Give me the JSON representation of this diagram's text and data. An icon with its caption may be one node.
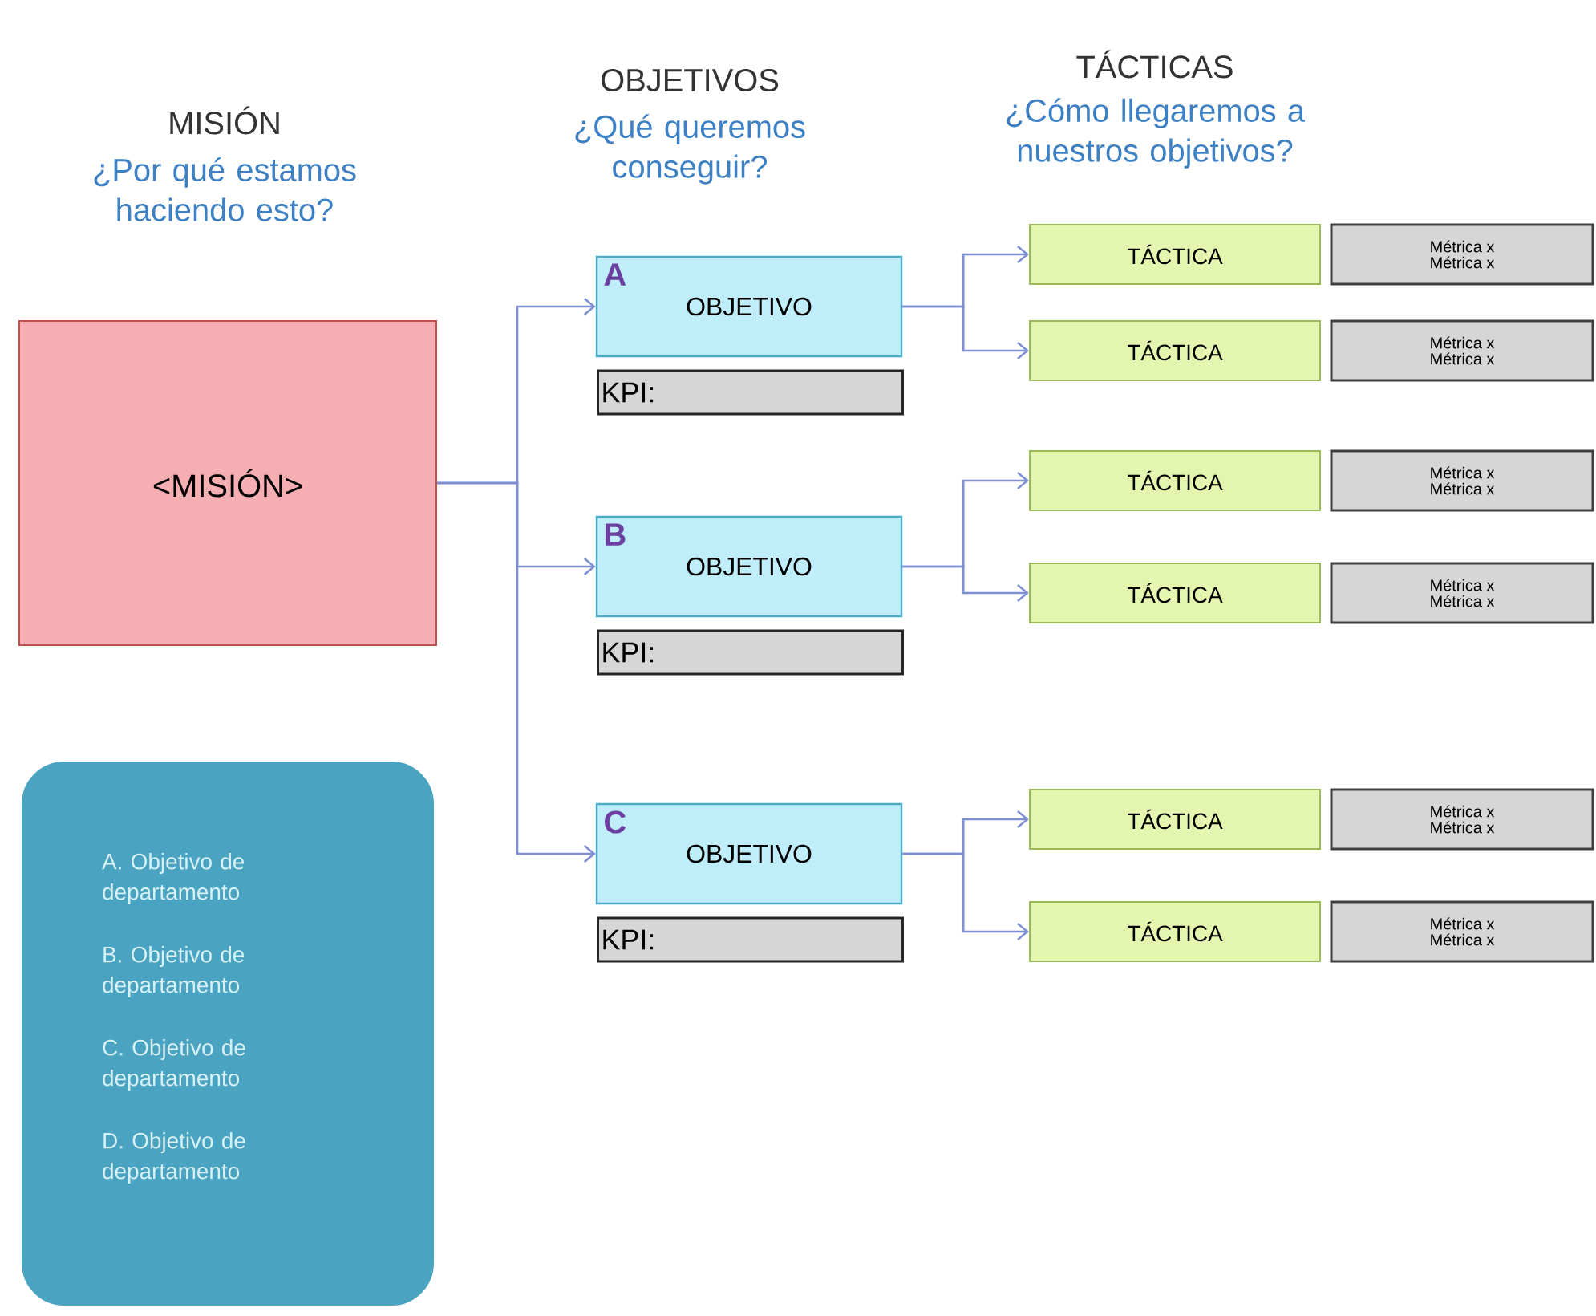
{
  "diagram": {
    "nodes": [
      {
        "text": [
          "<MISIÓN>"
        ]
      },
      {
        "text": [
          "A",
          "OBJETIVO"
        ]
      },
      {
        "text": [
          "KPI:"
        ]
      },
      {
        "text": [
          "TÁCTICA"
        ]
      },
      {
        "text": [
          "Métrica x",
          "Métrica x"
        ]
      },
      {
        "text": [
          "TÁCTICA"
        ]
      },
      {
        "text": [
          "Métrica x",
          "Métrica x"
        ]
      },
      {
        "text": [
          "B",
          "OBJETIVO"
        ]
      },
      {
        "text": [
          "KPI:"
        ]
      },
      {
        "text": [
          "TÁCTICA"
        ]
      },
      {
        "text": [
          "Métrica x",
          "Métrica x"
        ]
      },
      {
        "text": [
          "TÁCTICA"
        ]
      },
      {
        "text": [
          "Métrica x",
          "Métrica x"
        ]
      },
      {
        "text": [
          "C",
          "OBJETIVO"
        ]
      },
      {
        "text": [
          "KPI:"
        ]
      },
      {
        "text": [
          "TÁCTICA"
        ]
      },
      {
        "text": [
          "Métrica x",
          "Métrica x"
        ]
      },
      {
        "text": [
          "TÁCTICA"
        ]
      },
      {
        "text": [
          "Métrica x",
          "Métrica x"
        ]
      },
      {
        "text": [
          "A. Objetivo de departamento",
          "B. Objetivo de departamento",
          "C. Objetivo de departamento",
          "D. Objetivo de departamento"
        ]
      }
    ],
    "edges": [
      {
        "from": 0,
        "to": 1,
        "arrow": "to"
      },
      {
        "from": 0,
        "to": 7,
        "arrow": "to"
      },
      {
        "from": 0,
        "to": 13,
        "arrow": "to"
      },
      {
        "from": 1,
        "to": 3,
        "arrow": "to"
      },
      {
        "from": 1,
        "to": 5,
        "arrow": "to"
      },
      {
        "from": 7,
        "to": 9,
        "arrow": "to"
      },
      {
        "from": 7,
        "to": 11,
        "arrow": "to"
      },
      {
        "from": 13,
        "to": 15,
        "arrow": "to"
      },
      {
        "from": 13,
        "to": 17,
        "arrow": "to"
      }
    ],
    "labels": [
      "MISIÓN",
      "¿Por qué estamos haciendo esto?",
      "OBJETIVOS",
      "¿Qué queremos conseguir?",
      "TÁCTICAS",
      "¿Cómo llegaremos a nuestros objetivos?"
    ]
  }
}
